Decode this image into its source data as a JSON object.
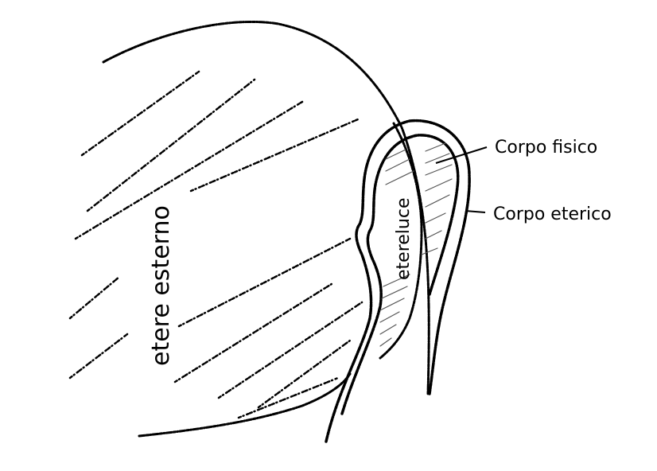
{
  "diagram": {
    "labels": {
      "external_ether": "etere esterno",
      "light_ether": "etereluce",
      "physical_body": "Corpo fisico",
      "etheric_body": "Corpo eterico"
    },
    "colors": {
      "ink": "#000000",
      "background": "#ffffff",
      "inner_hatch": "#555555"
    }
  }
}
